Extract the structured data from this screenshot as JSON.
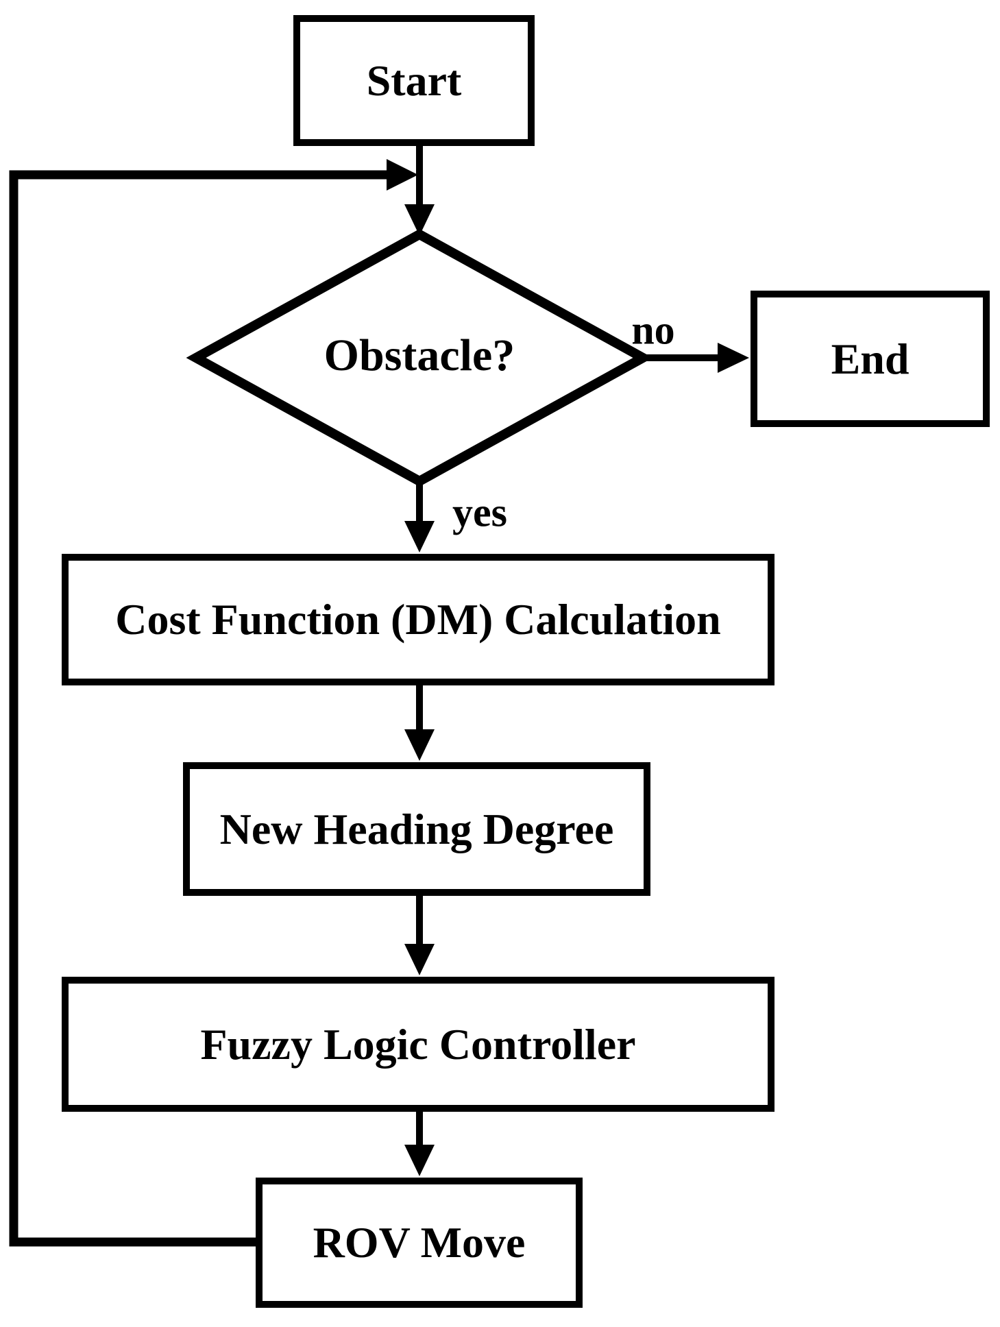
{
  "diagram": {
    "type": "flowchart",
    "nodes": {
      "start": {
        "label": "Start",
        "shape": "rectangle"
      },
      "obstacle": {
        "label": "Obstacle?",
        "shape": "diamond"
      },
      "end": {
        "label": "End",
        "shape": "rectangle"
      },
      "cost_function": {
        "label": "Cost Function (DM) Calculation",
        "shape": "rectangle"
      },
      "new_heading": {
        "label": "New Heading Degree",
        "shape": "rectangle"
      },
      "fuzzy_logic": {
        "label": "Fuzzy Logic Controller",
        "shape": "rectangle"
      },
      "rov_move": {
        "label": "ROV Move",
        "shape": "rectangle"
      }
    },
    "edge_labels": {
      "no": "no",
      "yes": "yes"
    },
    "edges": [
      {
        "from": "start",
        "to": "obstacle",
        "label": ""
      },
      {
        "from": "obstacle",
        "to": "end",
        "label": "no"
      },
      {
        "from": "obstacle",
        "to": "cost_function",
        "label": "yes"
      },
      {
        "from": "cost_function",
        "to": "new_heading",
        "label": ""
      },
      {
        "from": "new_heading",
        "to": "fuzzy_logic",
        "label": ""
      },
      {
        "from": "fuzzy_logic",
        "to": "rov_move",
        "label": ""
      },
      {
        "from": "rov_move",
        "to": "obstacle",
        "label": "",
        "note": "feedback loop along left side"
      }
    ],
    "colors": {
      "stroke": "#000000",
      "background": "#ffffff",
      "text": "#000000"
    }
  }
}
